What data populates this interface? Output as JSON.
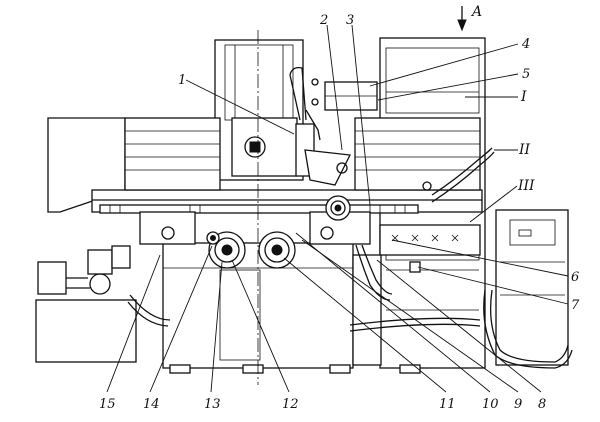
{
  "view_label": "A",
  "callouts": {
    "c1": "1",
    "c2": "2",
    "c3": "3",
    "c4": "4",
    "c5": "5",
    "c6": "6",
    "c7": "7",
    "c8": "8",
    "c9": "9",
    "c10": "10",
    "c11": "11",
    "c12": "12",
    "c13": "13",
    "c14": "14",
    "c15": "15"
  },
  "sections": {
    "s1": "I",
    "s2": "II",
    "s3": "III"
  }
}
